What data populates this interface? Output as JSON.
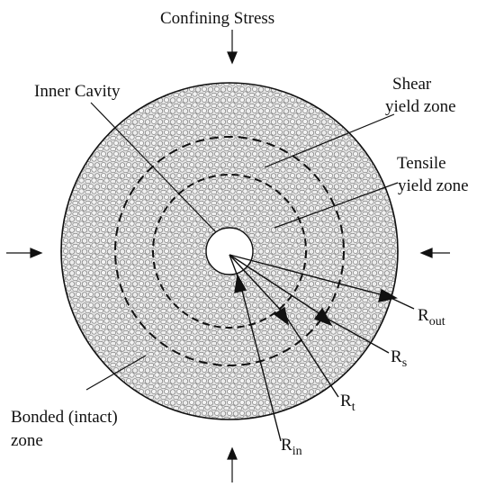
{
  "labels": {
    "confining_stress": "Confining Stress",
    "inner_cavity": "Inner Cavity",
    "shear_line1": "Shear",
    "shear_line2": "yield zone",
    "tensile_line1": "Tensile",
    "tensile_line2": "yield zone",
    "bonded_line1": "Bonded (intact)",
    "bonded_line2": "zone"
  },
  "radii": {
    "r_out_main": "R",
    "r_out_sub": "out",
    "r_s_main": "R",
    "r_s_sub": "s",
    "r_t_main": "R",
    "r_t_sub": "t",
    "r_in_main": "R",
    "r_in_sub": "in"
  },
  "colors": {
    "line": "#111111",
    "fill_pattern_bg": "#e9e9e9",
    "cell_stroke": "#555555"
  }
}
